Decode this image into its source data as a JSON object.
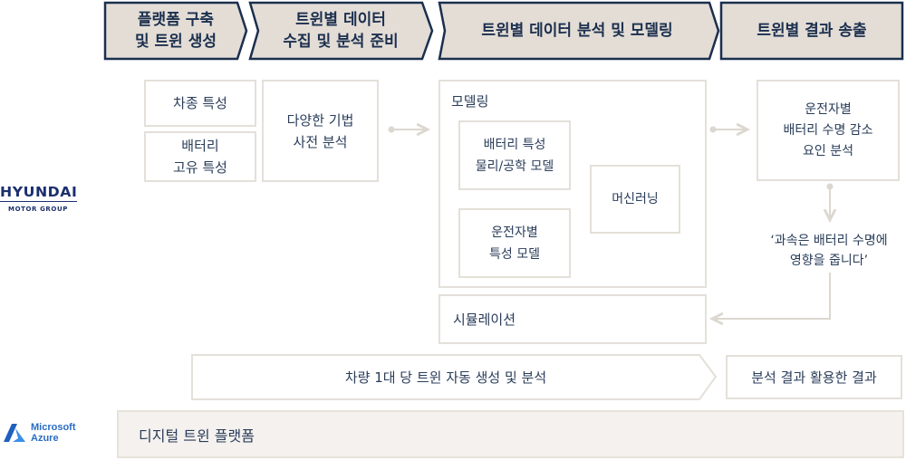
{
  "colors": {
    "phase_fill": "#e3ddd6",
    "phase_border": "#1b2f4e",
    "box_border": "#e4e0d9",
    "connector": "#dcd7cf",
    "text": "#2a3d5a",
    "platform_fill": "#f4f1ee",
    "hyundai_blue": "#1b2f6e",
    "azure_blue": "#2a6cc4"
  },
  "phases": [
    {
      "label": "플랫폼 구축\n및 트윈 생성"
    },
    {
      "label": "트윈별 데이터\n수집 및 분석 준비"
    },
    {
      "label": "트윈별 데이터 분석 및 모델링"
    },
    {
      "label": "트윈별 결과 송출"
    }
  ],
  "inputs": {
    "vehicle_type": "차종 특성",
    "battery_specific": "배터리\n고유 특성"
  },
  "preanalysis": "다양한 기법\n사전 분석",
  "modeling": {
    "title": "모델링",
    "battery_model": "배터리 특성\n물리/공학 모델",
    "driver_model": "운전자별\n특성 모델",
    "machine_learning": "머신러닝"
  },
  "simulation": "시뮬레이션",
  "result_analysis": "운전자별\n배터리 수명 감소\n요인 분석",
  "insight_quote": "‘과속은 배터리 수명에\n영향을 줍니다’",
  "auto_generation_bar": "차량 1대 당 트윈 자동 생성 및 분석",
  "result_utilization": "분석 결과 활용한 결과",
  "platform": "디지털 트윈 플랫폼",
  "logos": {
    "hyundai_word": "HYUNDAI",
    "hyundai_sub": "MOTOR GROUP",
    "azure_line1": "Microsoft",
    "azure_line2": "Azure"
  }
}
